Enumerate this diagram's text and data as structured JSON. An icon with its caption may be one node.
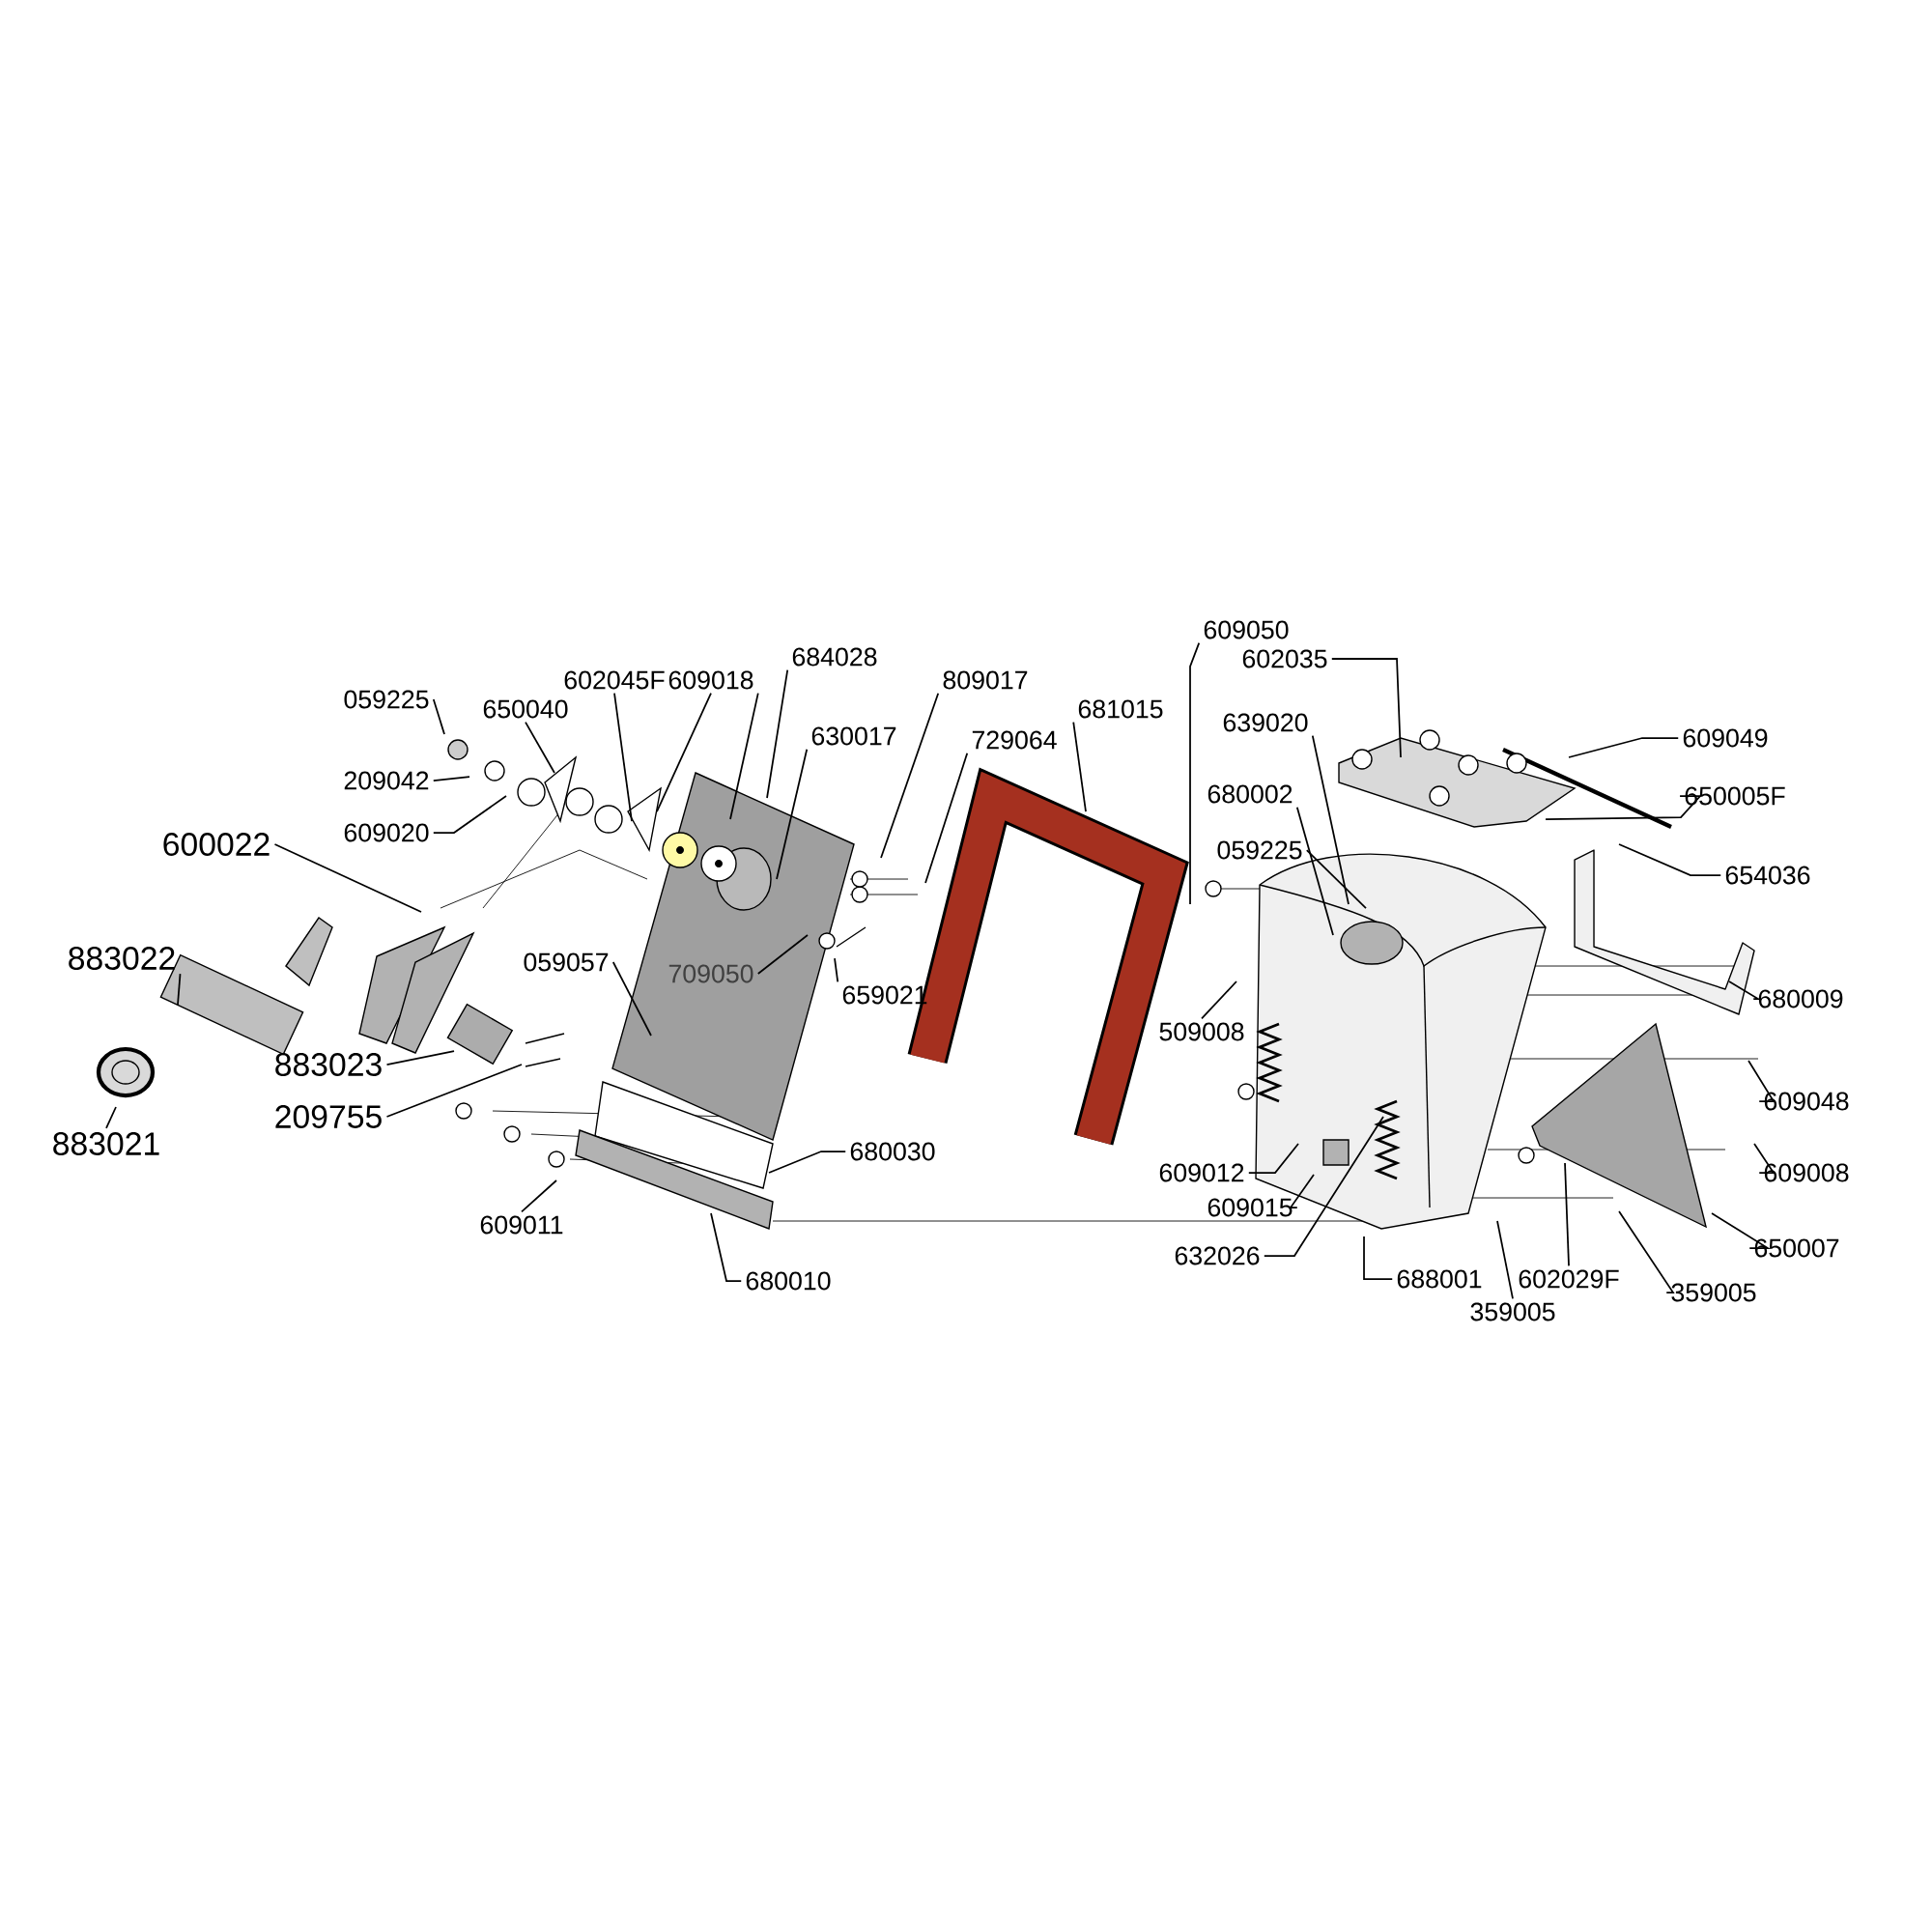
{
  "diagram": {
    "nodes": [
      {
        "text": [
          "059225"
        ]
      },
      {
        "text": [
          "650040"
        ]
      },
      {
        "text": [
          "602045F"
        ]
      },
      {
        "text": [
          "609018"
        ]
      },
      {
        "text": [
          "684028"
        ]
      },
      {
        "text": [
          "809017"
        ]
      },
      {
        "text": [
          "681015"
        ]
      },
      {
        "text": [
          "209042"
        ]
      },
      {
        "text": [
          "630017"
        ]
      },
      {
        "text": [
          "729064"
        ]
      },
      {
        "text": [
          "609020"
        ]
      },
      {
        "text": [
          "600022"
        ]
      },
      {
        "text": [
          "883022"
        ]
      },
      {
        "text": [
          "059057"
        ]
      },
      {
        "text": [
          "709050"
        ]
      },
      {
        "text": [
          "659021"
        ]
      },
      {
        "text": [
          "883023"
        ]
      },
      {
        "text": [
          "209755"
        ]
      },
      {
        "text": [
          "883021"
        ]
      },
      {
        "text": [
          "680030"
        ]
      },
      {
        "text": [
          "609011"
        ]
      },
      {
        "text": [
          "680010"
        ]
      },
      {
        "text": [
          "609050"
        ]
      },
      {
        "text": [
          "602035"
        ]
      },
      {
        "text": [
          "639020"
        ]
      },
      {
        "text": [
          "609049"
        ]
      },
      {
        "text": [
          "680002"
        ]
      },
      {
        "text": [
          "650005F"
        ]
      },
      {
        "text": [
          "059225"
        ]
      },
      {
        "text": [
          "654036"
        ]
      },
      {
        "text": [
          "509008"
        ]
      },
      {
        "text": [
          "680009"
        ]
      },
      {
        "text": [
          "609048"
        ]
      },
      {
        "text": [
          "609012"
        ]
      },
      {
        "text": [
          "609008"
        ]
      },
      {
        "text": [
          "609015"
        ]
      },
      {
        "text": [
          "632026"
        ]
      },
      {
        "text": [
          "650007"
        ]
      },
      {
        "text": [
          "688001"
        ]
      },
      {
        "text": [
          "602029F"
        ]
      },
      {
        "text": [
          "359005"
        ]
      },
      {
        "text": [
          "359005"
        ]
      }
    ],
    "edges": [
      {
        "from": 0,
        "to": null,
        "arrow": "none"
      },
      {
        "from": 1,
        "to": null,
        "arrow": "none"
      },
      {
        "from": 2,
        "to": null,
        "arrow": "none"
      },
      {
        "from": 3,
        "to": null,
        "arrow": "none"
      },
      {
        "from": 3,
        "to": null,
        "arrow": "none"
      },
      {
        "from": 4,
        "to": null,
        "arrow": "none"
      },
      {
        "from": 8,
        "to": null,
        "arrow": "none"
      },
      {
        "from": 5,
        "to": null,
        "arrow": "none"
      },
      {
        "from": 9,
        "to": null,
        "arrow": "none"
      },
      {
        "from": 6,
        "to": null,
        "arrow": "none"
      },
      {
        "from": 7,
        "to": null,
        "arrow": "none"
      },
      {
        "from": 10,
        "to": null,
        "arrow": "none"
      },
      {
        "from": 11,
        "to": null,
        "arrow": "none"
      },
      {
        "from": 12,
        "to": null,
        "arrow": "none"
      },
      {
        "from": 13,
        "to": null,
        "arrow": "none"
      },
      {
        "from": 14,
        "to": null,
        "arrow": "none"
      },
      {
        "from": 15,
        "to": null,
        "arrow": "none"
      },
      {
        "from": 16,
        "to": null,
        "arrow": "none"
      },
      {
        "from": 17,
        "to": null,
        "arrow": "none"
      },
      {
        "from": 18,
        "to": null,
        "arrow": "none"
      },
      {
        "from": 19,
        "to": null,
        "arrow": "none"
      },
      {
        "from": 20,
        "to": null,
        "arrow": "none"
      },
      {
        "from": 21,
        "to": null,
        "arrow": "none"
      },
      {
        "from": 22,
        "to": null,
        "arrow": "none"
      },
      {
        "from": 23,
        "to": null,
        "arrow": "none"
      },
      {
        "from": 24,
        "to": null,
        "arrow": "none"
      },
      {
        "from": 26,
        "to": null,
        "arrow": "none"
      },
      {
        "from": 28,
        "to": null,
        "arrow": "none"
      },
      {
        "from": 25,
        "to": null,
        "arrow": "none"
      },
      {
        "from": 27,
        "to": null,
        "arrow": "none"
      },
      {
        "from": 29,
        "to": null,
        "arrow": "none"
      },
      {
        "from": 30,
        "to": null,
        "arrow": "none"
      },
      {
        "from": 31,
        "to": null,
        "arrow": "none"
      },
      {
        "from": 32,
        "to": null,
        "arrow": "none"
      },
      {
        "from": 33,
        "to": null,
        "arrow": "none"
      },
      {
        "from": 34,
        "to": null,
        "arrow": "none"
      },
      {
        "from": 35,
        "to": null,
        "arrow": "none"
      },
      {
        "from": 36,
        "to": null,
        "arrow": "none"
      },
      {
        "from": 37,
        "to": null,
        "arrow": "none"
      },
      {
        "from": 38,
        "to": null,
        "arrow": "none"
      },
      {
        "from": 39,
        "to": null,
        "arrow": "none"
      },
      {
        "from": 40,
        "to": null,
        "arrow": "none"
      },
      {
        "from": 41,
        "to": null,
        "arrow": "none"
      }
    ]
  }
}
